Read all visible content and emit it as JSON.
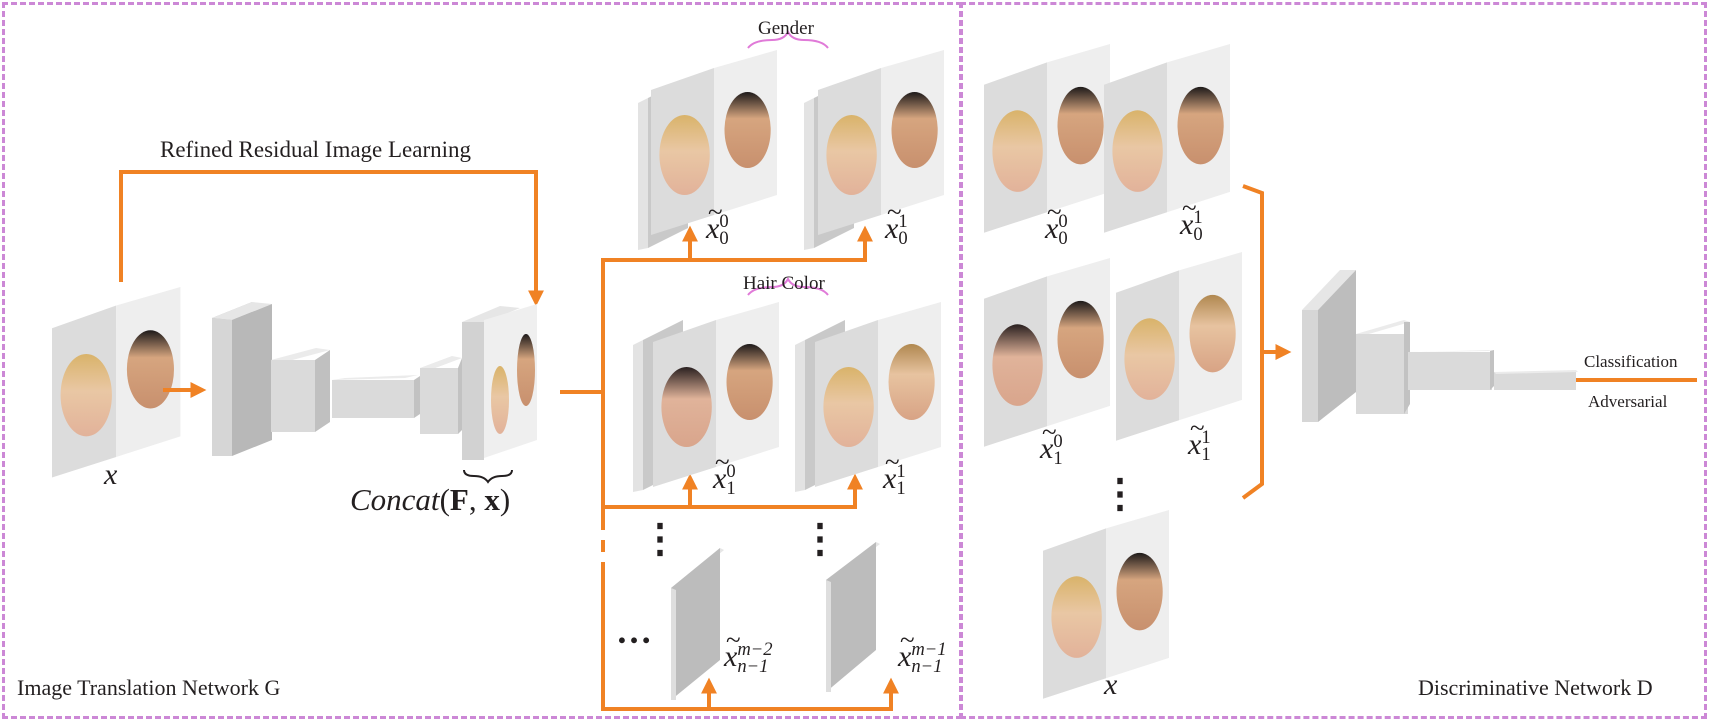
{
  "figure": {
    "left_panel": {
      "title": "Image Translation Network G",
      "residual_label": "Refined Residual Image Learning",
      "input_label": "x",
      "concat_label": {
        "func": "Concat",
        "open": "(",
        "arg1": "F",
        "sep": ", ",
        "arg2": "x",
        "close": ")"
      },
      "groups": [
        {
          "name": "Gender",
          "outputs": [
            {
              "base": "x",
              "sub": "0",
              "sup": "0"
            },
            {
              "base": "x",
              "sub": "0",
              "sup": "1"
            }
          ]
        },
        {
          "name": "Hair Color",
          "outputs": [
            {
              "base": "x",
              "sub": "1",
              "sup": "0"
            },
            {
              "base": "x",
              "sub": "1",
              "sup": "1"
            }
          ]
        }
      ],
      "last_outputs": [
        {
          "base": "x",
          "sub": "n−1",
          "sup": "m−2"
        },
        {
          "base": "x",
          "sub": "n−1",
          "sup": "m−1"
        }
      ],
      "ellipsis_vertical": "⋮",
      "ellipsis_horizontal": "…"
    },
    "right_panel": {
      "title": "Discriminative Network D",
      "inputs": [
        {
          "base": "x",
          "sub": "0",
          "sup": "0"
        },
        {
          "base": "x",
          "sub": "0",
          "sup": "1"
        },
        {
          "base": "x",
          "sub": "1",
          "sup": "0"
        },
        {
          "base": "x",
          "sub": "1",
          "sup": "1"
        }
      ],
      "real_input_label": "x",
      "ellipsis_vertical": "⋮",
      "output_top": "Classification",
      "output_bottom": "Adversarial"
    },
    "colors": {
      "border": "#cc88d6",
      "arrow": "#f08224",
      "block_front": "#d9d9d9",
      "block_side": "#bdbdbd",
      "block_top": "#e8e8e8",
      "brace": "#e07ad8",
      "text": "#231f20"
    }
  }
}
